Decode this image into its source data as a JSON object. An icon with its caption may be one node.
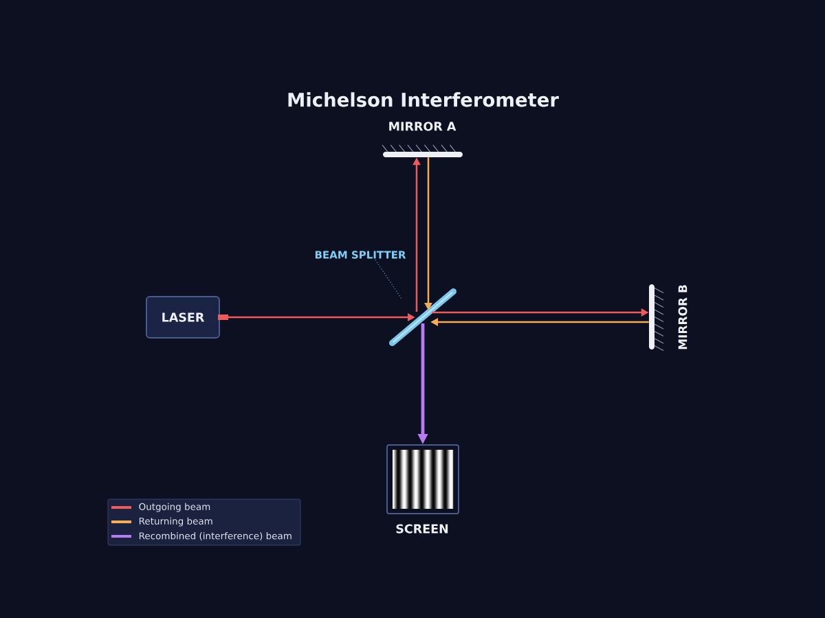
{
  "diagram": {
    "title": "Michelson Interferometer",
    "nodes": [
      {
        "text": [
          "LASER"
        ]
      },
      {
        "text": [
          "BEAM SPLITTER"
        ]
      },
      {
        "text": [],
        "shape": "bar"
      },
      {
        "text": [
          "MIRROR A"
        ]
      },
      {
        "text": [
          "MIRROR B"
        ]
      },
      {
        "text": [
          "SCREEN"
        ]
      }
    ],
    "edges": [
      {
        "from": 0,
        "to": 2,
        "arrow": "to"
      },
      {
        "from": 2,
        "to": 3,
        "arrow": "to"
      },
      {
        "from": 3,
        "to": 2,
        "arrow": "to",
        "color": "#f6ad55"
      },
      {
        "from": 2,
        "to": 4,
        "arrow": "to"
      },
      {
        "from": 4,
        "to": 2,
        "arrow": "to",
        "color": "#f6ad55"
      },
      {
        "from": 2,
        "to": 5,
        "arrow": "to",
        "style": "thick",
        "color": "#b87cf2"
      },
      {
        "from": 1,
        "to": 2,
        "arrow": "none",
        "style": "dashed",
        "color": "#5b8ba8"
      }
    ],
    "legend": [
      {
        "text": "Outgoing beam",
        "color": "#f05a5a"
      },
      {
        "text": "Returning beam",
        "color": "#f6ad55"
      },
      {
        "text": "Recombined (interference) beam",
        "color": "#b87cf2"
      }
    ]
  }
}
